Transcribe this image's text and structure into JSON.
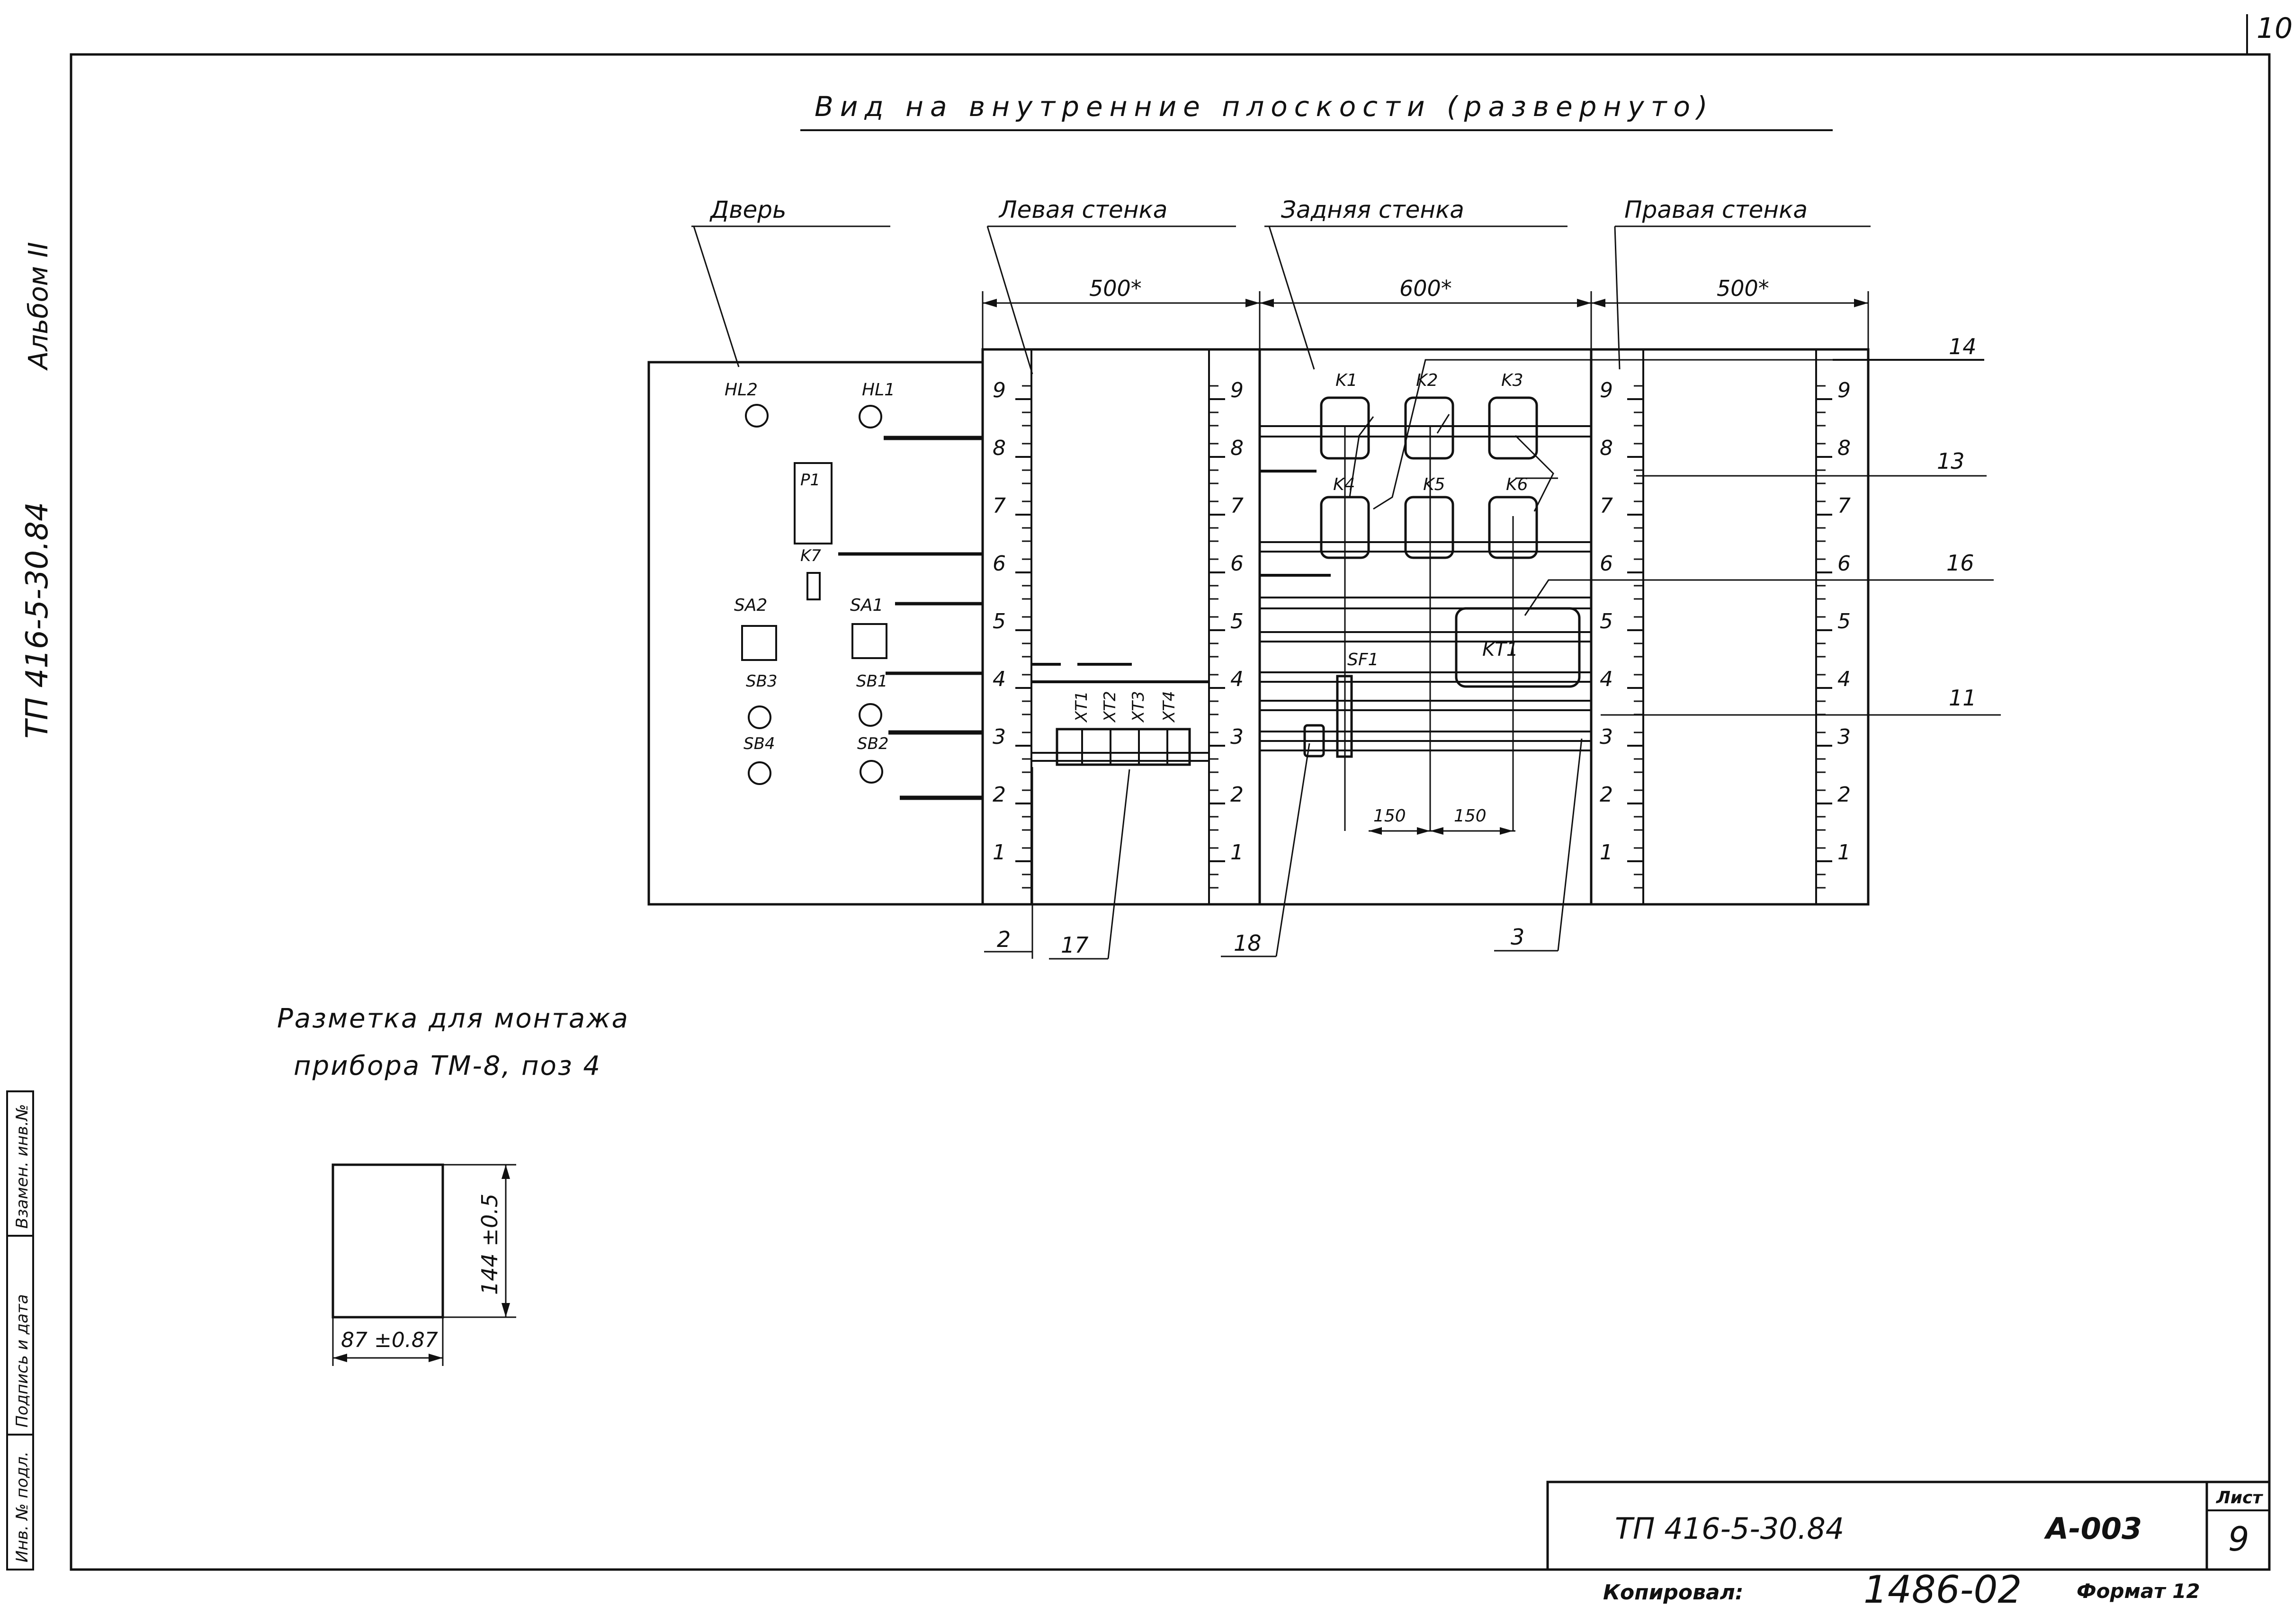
{
  "sheet_number_top": "10",
  "title": "Вид на внутренние плоскости (развернуто)",
  "panels": {
    "door": "Дверь",
    "left_wall": "Левая стенка",
    "back_wall": "Задняя стенка",
    "right_wall": "Правая стенка"
  },
  "dimensions": {
    "left_wall_width": "500*",
    "back_wall_width": "600*",
    "right_wall_width": "500*",
    "relay_pitch_1": "150",
    "relay_pitch_2": "150"
  },
  "scale_marks": [
    "9",
    "8",
    "7",
    "6",
    "5",
    "4",
    "3",
    "2",
    "1"
  ],
  "door_components": {
    "hl2": "HL2",
    "hl1": "HL1",
    "p1": "P1",
    "k7": "K7",
    "sa2": "SA2",
    "sa1": "SA1",
    "sb3": "SB3",
    "sb1": "SB1",
    "sb4": "SB4",
    "sb2": "SB2"
  },
  "terminals": [
    "XT1",
    "XT2",
    "XT3",
    "XT4"
  ],
  "relays": [
    "K1",
    "K2",
    "K3",
    "K4",
    "K5",
    "K6"
  ],
  "timer": "KT1",
  "breaker": "SF1",
  "callouts": [
    "14",
    "13",
    "16",
    "11",
    "2",
    "17",
    "18",
    "3"
  ],
  "markup": {
    "caption_line1": "Разметка для монтажа",
    "caption_line2": "прибора ТМ-8, поз 4",
    "height_dim": "144 ±0.5",
    "width_dim": "87 ±0.87"
  },
  "side_labels": {
    "album": "Альбом II",
    "doc_code": "ТП 416-5-30.84"
  },
  "stamp_columns": [
    "Инв. № подл.",
    "Подпись и дата",
    "Взамен. инв.№"
  ],
  "title_block": {
    "code": "ТП 416-5-30.84",
    "sheet_code": "А-003",
    "list_label": "Лист",
    "list_number": "9",
    "copied_label": "Копировал:",
    "copied_number": "1486-02",
    "format_label": "Формат 12"
  }
}
